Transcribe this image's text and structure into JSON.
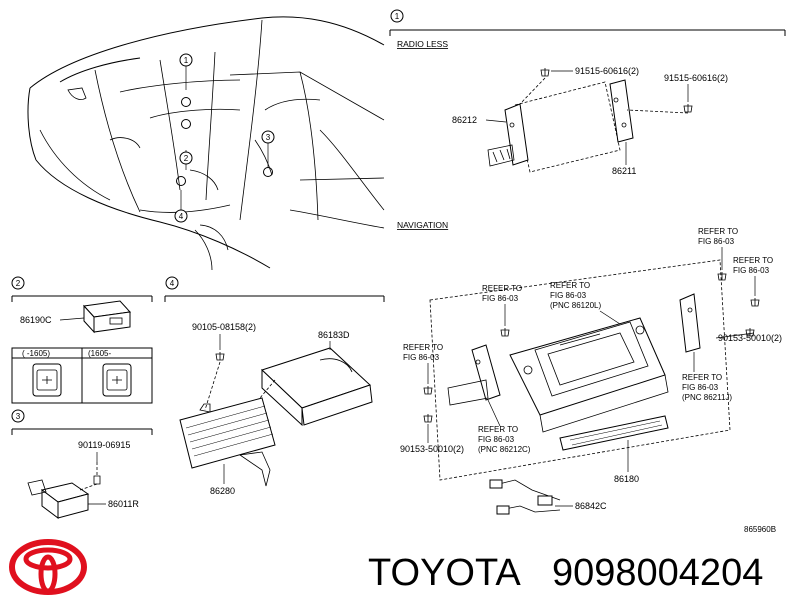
{
  "callouts": {
    "c1": "1",
    "c2": "2",
    "c3": "3",
    "c4": "4"
  },
  "sections": {
    "radio_less": "RADIO LESS",
    "navigation": "NAVIGATION"
  },
  "parts": {
    "p91515_a": "91515-60616(2)",
    "p91515_b": "91515-60616(2)",
    "p86212": "86212",
    "p86211": "86211",
    "p86190c": "86190C",
    "p90105": "90105-08158(2)",
    "p86183d": "86183D",
    "p86280": "86280",
    "p90119": "90119-06915",
    "p86011r": "86011R",
    "p86180": "86180",
    "p86842c": "86842C",
    "p90153_a": "90153-50010(2)",
    "p90153_b": "90153-50010(2)"
  },
  "usb_variants": {
    "left": "(    -1605)",
    "right": "(1605-    "
  },
  "refers": {
    "r1": [
      "REFER TO",
      "FIG 86-03"
    ],
    "r2": [
      "REFER TO",
      "FIG 86-03",
      "(PNC 86120L)"
    ],
    "r3": [
      "REFER TO",
      "FIG 86-03"
    ],
    "r4": [
      "REFER TO",
      "FIG 86-03"
    ],
    "r5": [
      "REFER TO",
      "FIG 86-03"
    ],
    "r6": [
      "REFER TO",
      "FIG 86-03",
      "(PNC 86211J)"
    ],
    "r7": [
      "REFER TO",
      "FIG 86-03",
      "(PNC 86212C)"
    ]
  },
  "figure_code": "865960B",
  "brand": {
    "name": "TOYOTA",
    "part_number": "9098004204"
  }
}
